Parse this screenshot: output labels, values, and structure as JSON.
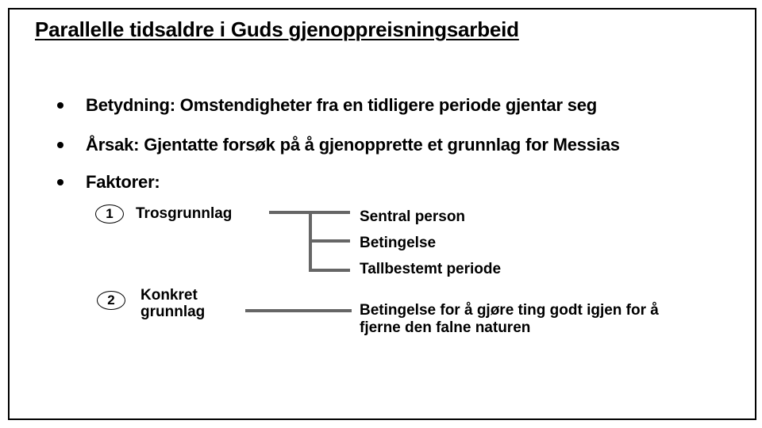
{
  "slide": {
    "title": "Parallelle tidsaldre i Guds gjenoppreisningsarbeid",
    "bullets": [
      {
        "label": "Betydning: Omstendigheter fra en tidligere periode gjentar seg"
      },
      {
        "label": "Årsak: Gjentatte forsøk på å gjenopprette et grunnlag for Messias"
      },
      {
        "label": "Faktorer:"
      }
    ],
    "factors": [
      {
        "number": "1",
        "name": "Trosgrunnlag",
        "branches": [
          "Sentral person",
          "Betingelse",
          "Tallbestemt periode"
        ]
      },
      {
        "number": "2",
        "name_line1": "Konkret",
        "name_line2": "grunnlag",
        "description_line1": "Betingelse for å gjøre ting godt igjen for å",
        "description_line2": "fjerne den falne naturen"
      }
    ],
    "colors": {
      "text": "#000000",
      "connector": "#666666",
      "frame": "#000000",
      "background": "#ffffff"
    }
  }
}
